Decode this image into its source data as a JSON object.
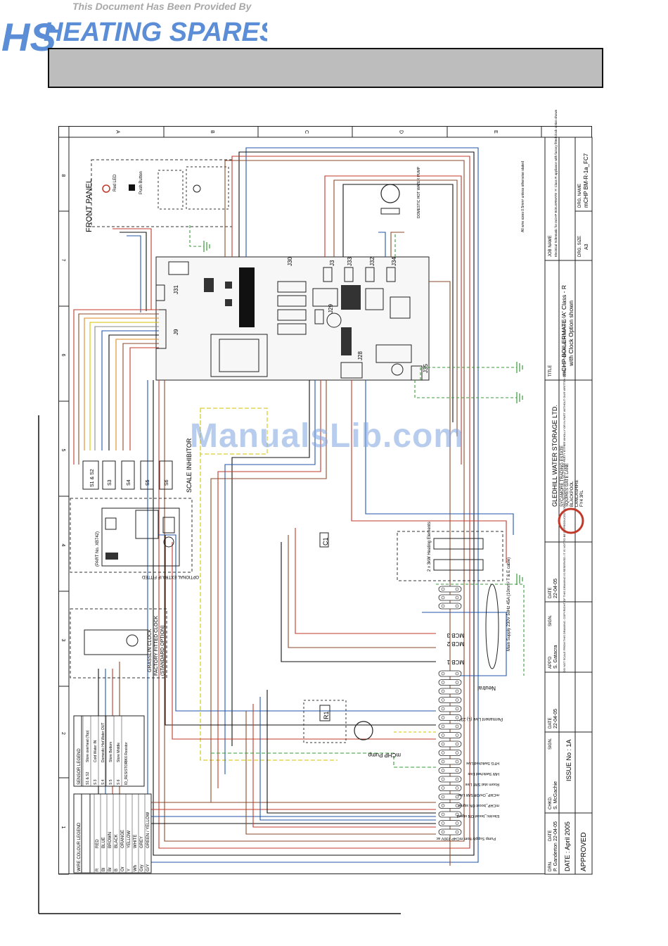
{
  "header": {
    "provider_text": "This Document Has Been Provided By",
    "logo_text": "HEATING SPARES",
    "logo_initials": "HS"
  },
  "watermark": "ManualsLib.com",
  "grid": {
    "columns": [
      "A",
      "B",
      "C",
      "D",
      "E"
    ],
    "rows": [
      "8",
      "7",
      "6",
      "5",
      "4",
      "3",
      "2",
      "1"
    ]
  },
  "front_panel": {
    "title": "FRONT PANEL",
    "red_led": "Red LED",
    "push_button": "Push Button"
  },
  "connectors": [
    "J31",
    "J9",
    "J30",
    "J3",
    "J33",
    "J32",
    "J34",
    "J29",
    "J28",
    "J35"
  ],
  "sensors": [
    "S1 & S2",
    "S3",
    "S4",
    "S5",
    "S6"
  ],
  "labels": {
    "scale_inhibitor": "SCALE INHIBITOR",
    "optional_extra": "OPTIONAL EXTRA IF FITTED",
    "part_no": "(PART No. XB742)",
    "grasslin_clock": "GRASSLIN CLOCK",
    "factory_clock": "FACTORY FITTED CLOCK",
    "standard_option": "(STANDARD OPTION)",
    "heating_elements": "2 x 3kW Heating Elements",
    "main_supply": "Main Supply 230V 50Hz 45A (10mm² T & E cable)",
    "mcb1": "MCB 1",
    "mcb2": "MCB 2",
    "mcb3": "MCB 3",
    "neutral": "Neutral",
    "permanent_live": "Permanent Live (L) 230 V ac",
    "mchp_pump": "mCHP Pump",
    "r1": "R1",
    "c1": "C1",
    "pump_supply": "Pump Supply from mCHP 230V ac",
    "dhw_pump": "DOMESTIC HOT WATER PUMP",
    "all_wire_sizes": "All wire sizes 0.5mm² unless otherwise stated",
    "terminal_labels": [
      "HTG Switched Live",
      "HW Switched Live",
      "Room stat S/W Live",
      "mCHP_On/Off S/W Live",
      "mCHP_boost ON signal",
      "Electric_boost ON signal"
    ]
  },
  "wire_colour_legend": {
    "title": "WIRE COLOUR LEGEND",
    "rows": [
      [
        "R",
        "RED"
      ],
      [
        "Bl",
        "BLUE"
      ],
      [
        "Br",
        "BROWN"
      ],
      [
        "B",
        "BLACK"
      ],
      [
        "Or",
        "ORANGE"
      ],
      [
        "Y",
        "YELLOW"
      ],
      [
        "Wh",
        "WHITE"
      ],
      [
        "Gry",
        "GREY"
      ],
      [
        "G/Y",
        "GREEN / YELLOW"
      ]
    ]
  },
  "sensor_legend": {
    "title": "SENSOR LEGEND",
    "rows": [
      [
        "S1 & S2",
        "Store overheat (Top)"
      ],
      [
        "S 3",
        "Cold Water IN"
      ],
      [
        "S 4",
        "Domestic Hot Water OUT"
      ],
      [
        "S 5",
        "Store Bottom"
      ],
      [
        "S 6",
        "Store Middle"
      ],
      [
        "ID_RESISTOR",
        "8K6 Resistor"
      ]
    ]
  },
  "title_block": {
    "drn_label": "DRN.",
    "drn_name": "P. Ganderton",
    "chkd_label": "CHKD.",
    "chkd_name": "S. McGachie",
    "appd_label": "APP'D",
    "appd_name": "S. Gatacra",
    "date_label": "DATE",
    "date1": "22-04-05",
    "date2": "22-04-05",
    "date3": "22-04-05",
    "sign_label": "SIGN.",
    "date_main": "DATE : April 2005",
    "approved": "APPROVED",
    "issue": "ISSUE No : 1A",
    "company": "GLEDHILL WATER STORAGE LTD.",
    "address": [
      "SYCAMORE TRADING ESTATE",
      "SQUIRES GATE LANE",
      "BLACKPOOL",
      "LANCASHIRE",
      "FY4 3RL"
    ],
    "disclaimer": "DO NOT SCALE FROM THIS DRAWING. COPYRIGHT OF THIS DRAWING IS RESERVED. IT IS NOT TO BE REPRODUCED COPIED OR DISCLOSED TO A THIRD PARTY EITHER WHOLLY OR IN PART WITHOUT OUR WRITTEN CONSENT. © GLEDHILL WATER STORAGE LTD",
    "title_label": "TITLE",
    "title_line1": "mCHP BOILERMATE 'A' Class - R",
    "title_line2": "with Clock Option shown",
    "job_name_label": "JOB NAME",
    "job_name": "Electrical Schematic for mCHP BOILERMATE 'A' Class R appliance with factory fitted clock option shown",
    "drg_size_label": "DRG. SIZE",
    "drg_size": "A3",
    "drg_name_label": "DRG. NAME",
    "drg_name": "mCHP BM-R-1a_FC7"
  },
  "colors": {
    "wire_red": "#c0392b",
    "wire_blue": "#2255aa",
    "wire_brown": "#8b4a2b",
    "wire_black": "#111111",
    "wire_orange": "#e08a1e",
    "wire_yellow": "#d6c200",
    "wire_grey": "#888888",
    "wire_green_yellow": "#3a9b3a",
    "title_bar": "#bdbdbd",
    "logo_blue": "#5b8ed6",
    "logo_orange": "#f4a93c",
    "watermark": "#7fa5e0"
  }
}
